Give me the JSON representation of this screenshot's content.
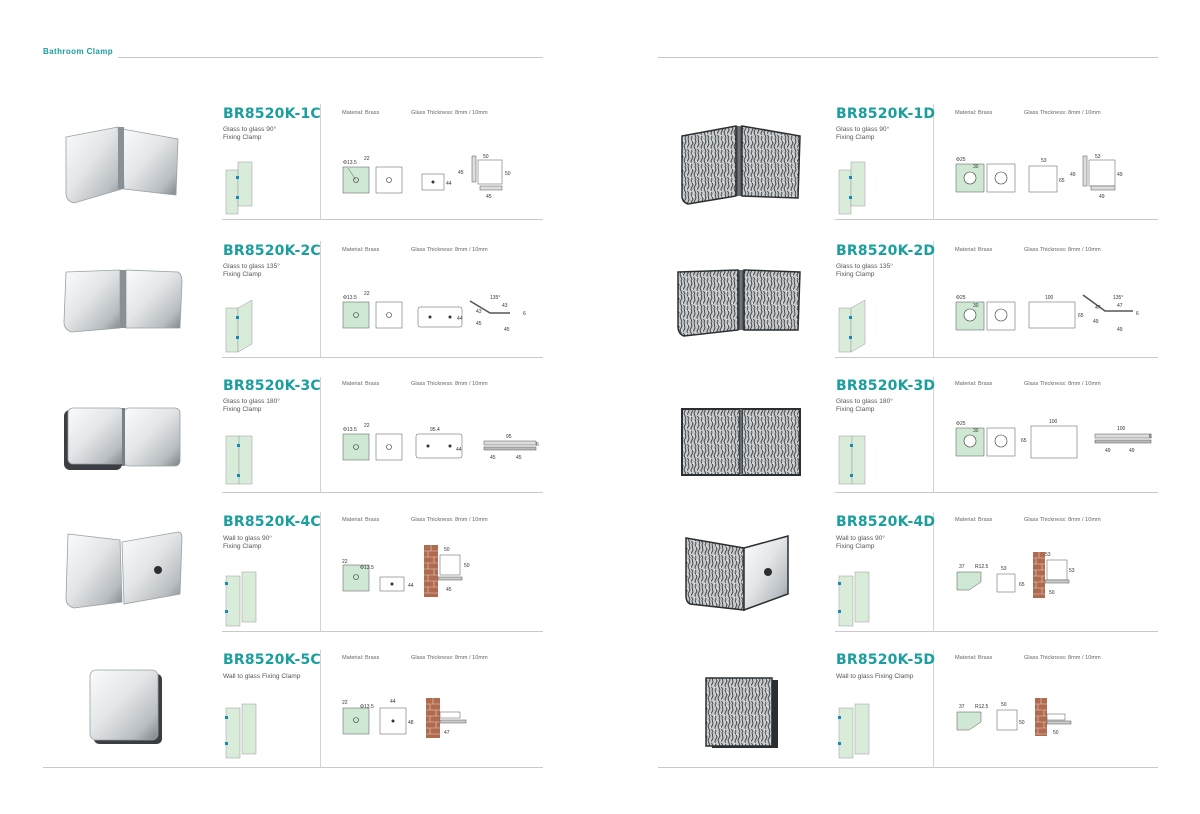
{
  "header": {
    "section_title": "Bathroom Clamp"
  },
  "left_products": [
    {
      "model": "BR8520K-1C",
      "desc1": "Glass to glass 90°",
      "desc2": "Fixing Clamp",
      "material": "Material: Brass",
      "thickness": "Glass Thickness: 8mm / 10mm",
      "dims": [
        "Φ13.5",
        "22",
        "45",
        "44",
        "50",
        "50",
        "45"
      ]
    },
    {
      "model": "BR8520K-2C",
      "desc1": "Glass to glass 135°",
      "desc2": "Fixing Clamp",
      "material": "Material: Brass",
      "thickness": "Glass Thickness: 8mm / 10mm",
      "dims": [
        "Φ13.5",
        "22",
        "44",
        "135°",
        "43",
        "43",
        "6",
        "45",
        "45"
      ]
    },
    {
      "model": "BR8520K-3C",
      "desc1": "Glass to glass 180°",
      "desc2": "Fixing Clamp",
      "material": "Material: Brass",
      "thickness": "Glass Thickness: 8mm / 10mm",
      "dims": [
        "Φ13.5",
        "22",
        "95.4",
        "44",
        "95",
        "6",
        "45",
        "45"
      ]
    },
    {
      "model": "BR8520K-4C",
      "desc1": "Wall to glass 90°",
      "desc2": "Fixing Clamp",
      "material": "Material: Brass",
      "thickness": "Glass Thickness: 8mm / 10mm",
      "dims": [
        "22",
        "Φ13.5",
        "44",
        "50",
        "50",
        "45"
      ]
    },
    {
      "model": "BR8520K-5C",
      "desc1": "Wall to glass Fixing Clamp",
      "desc2": "",
      "material": "Material: Brass",
      "thickness": "Glass Thickness: 8mm / 10mm",
      "dims": [
        "22",
        "Φ13.5",
        "44",
        "48",
        "47"
      ]
    }
  ],
  "right_products": [
    {
      "model": "BR8520K-1D",
      "desc1": "Glass to glass 90°",
      "desc2": "Fixing Clamp",
      "material": "Material: Brass",
      "thickness": "Glass Thickness: 8mm / 10mm",
      "dims": [
        "Φ25",
        "30",
        "53",
        "65",
        "49",
        "53",
        "49",
        "49"
      ]
    },
    {
      "model": "BR8520K-2D",
      "desc1": "Glass to glass 135°",
      "desc2": "Fixing Clamp",
      "material": "Material: Brass",
      "thickness": "Glass Thickness: 8mm / 10mm",
      "dims": [
        "Φ25",
        "30",
        "100",
        "65",
        "135°",
        "47",
        "47",
        "6",
        "49",
        "49"
      ]
    },
    {
      "model": "BR8520K-3D",
      "desc1": "Glass to glass 180°",
      "desc2": "Fixing Clamp",
      "material": "Material: Brass",
      "thickness": "Glass Thickness: 8mm / 10mm",
      "dims": [
        "Φ25",
        "30",
        "100",
        "65",
        "100",
        "6",
        "49",
        "49"
      ]
    },
    {
      "model": "BR8520K-4D",
      "desc1": "Wall to glass 90°",
      "desc2": "Fixing Clamp",
      "material": "Material: Brass",
      "thickness": "Glass Thickness: 8mm / 10mm",
      "dims": [
        "37",
        "R12.5",
        "53",
        "65",
        "53",
        "53",
        "50"
      ]
    },
    {
      "model": "BR8520K-5D",
      "desc1": "Wall to glass Fixing Clamp",
      "desc2": "",
      "material": "Material: Brass",
      "thickness": "Glass Thickness: 8mm / 10mm",
      "dims": [
        "37",
        "R12.5",
        "50",
        "50",
        "50"
      ]
    }
  ],
  "colors": {
    "accent": "#1a9e9e",
    "glass": "#cfe8d3",
    "brick": "#b06a50",
    "chrome": "#d6dadd"
  }
}
